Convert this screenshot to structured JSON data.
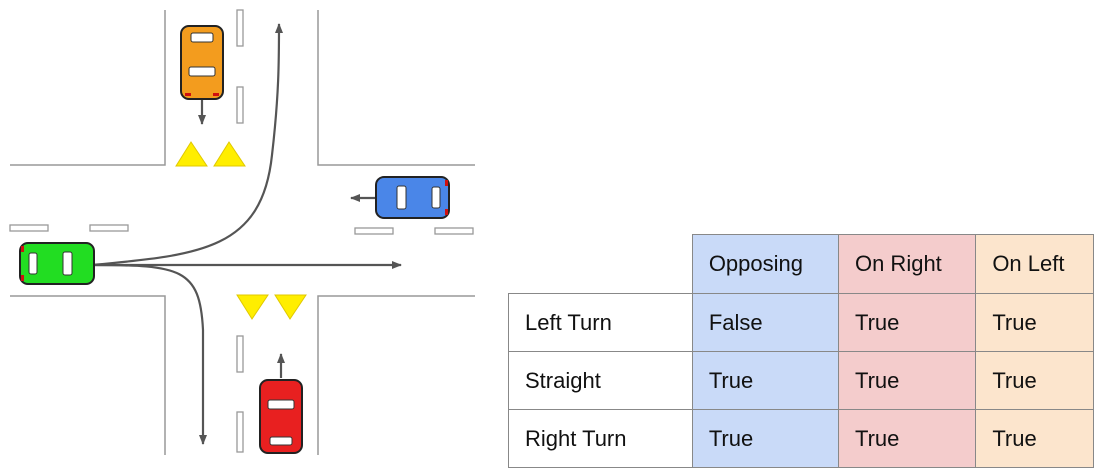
{
  "colors": {
    "green_car": "#22dd22",
    "orange_car": "#f39c1e",
    "blue_car": "#4a86e8",
    "red_car": "#e82020",
    "yield_sign": "#ffee00",
    "col_opposing": "#c9daf8",
    "col_on_right": "#f4cccc",
    "col_on_left": "#fce5cd"
  },
  "icons": [
    "car-green-icon",
    "car-orange-icon",
    "car-blue-icon",
    "car-red-icon",
    "yield-triangle-icon"
  ],
  "table": {
    "columns": [
      {
        "label": "Opposing",
        "color": "#c9daf8"
      },
      {
        "label": "On Right",
        "color": "#f4cccc"
      },
      {
        "label": "On Left",
        "color": "#fce5cd"
      }
    ],
    "rows": [
      {
        "label": "Left Turn",
        "cells": [
          "False",
          "True",
          "True"
        ]
      },
      {
        "label": "Straight",
        "cells": [
          "True",
          "True",
          "True"
        ]
      },
      {
        "label": "Right Turn",
        "cells": [
          "True",
          "True",
          "True"
        ]
      }
    ]
  }
}
